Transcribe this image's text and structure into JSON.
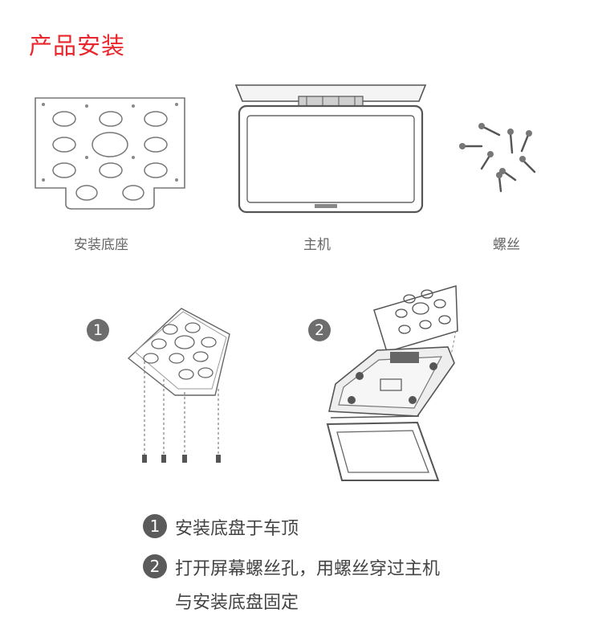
{
  "title": "产品安装",
  "parts": [
    {
      "label": "安装底座",
      "icon": "mounting-base-icon"
    },
    {
      "label": "主机",
      "icon": "monitor-unit-icon"
    },
    {
      "label": "螺丝",
      "icon": "screws-icon"
    }
  ],
  "diagram_badges": [
    "1",
    "2"
  ],
  "steps": [
    {
      "number": "1",
      "text": "安装底盘于车顶"
    },
    {
      "number": "2",
      "text": "打开屏幕螺丝孔，用螺丝穿过主机",
      "text2": "与安装底盘固定"
    }
  ],
  "colors": {
    "title": "#e8262b",
    "line": "#555555",
    "badge": "#6d6d6d"
  }
}
